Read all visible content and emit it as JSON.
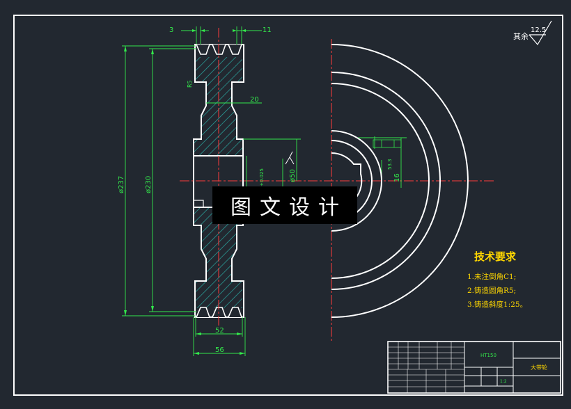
{
  "dimensions": {
    "dim_3": "3",
    "dim_11": "11",
    "dim_20": "20",
    "dim_dia237": "ø237",
    "dim_dia230": "ø230",
    "dim_52": "52",
    "dim_56": "56",
    "dim_50": "ø50",
    "dim_16": "16",
    "dim_53": "53.3",
    "dim_tol": "+0.025",
    "dim_r5": "R5"
  },
  "surface_finish": {
    "label": "其余",
    "value": "12.5"
  },
  "technical_requirements": {
    "title": "技术要求",
    "items": [
      "1.未注倒角C1;",
      "2.铸造圆角R5;",
      "3.铸造斜度1:25。"
    ]
  },
  "title_block": {
    "material": "HT150",
    "part_name": "大带轮",
    "scale": "1:2"
  },
  "watermark": "图文设计",
  "colors": {
    "background": "#222830",
    "outline": "#ffffff",
    "dimension": "#33e84b",
    "centerline": "#ff3b3b",
    "hatch": "#2aa6a0",
    "text": "#ffd700"
  }
}
